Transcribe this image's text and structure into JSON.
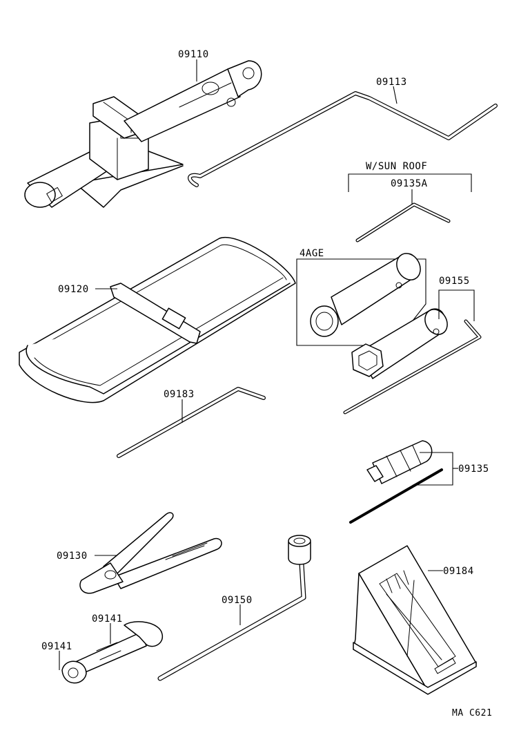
{
  "labels": {
    "jack": "09110",
    "jack_handle": "09113",
    "sunroof_group": "W/SUN ROOF",
    "sunroof_wrench": "09135A",
    "tool_bag": "09120",
    "engine_group": "4AGE",
    "plug_wrench": "09155",
    "hex_wrench": "09183",
    "screwdriver": "09135",
    "pliers": "09130",
    "spanner_a": "09141",
    "spanner_b": "09141",
    "lug_wrench": "09150",
    "wheel_chock": "09184",
    "figure_code": "MA C621"
  }
}
